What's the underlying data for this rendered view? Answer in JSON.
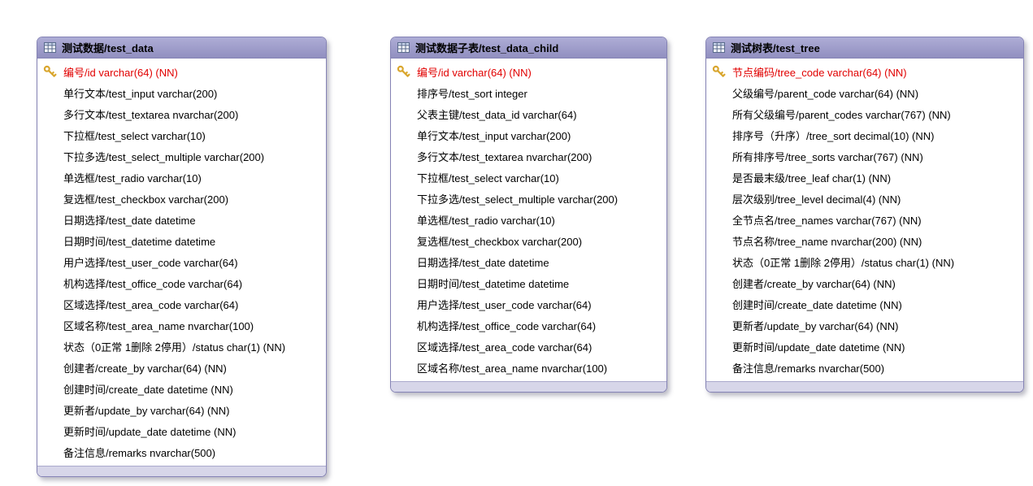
{
  "diagram": {
    "tables": [
      {
        "id": "test_data",
        "title": "测试数据/test_data",
        "fields": [
          {
            "label": "编号/id varchar(64) (NN)",
            "pk": true
          },
          {
            "label": "单行文本/test_input varchar(200)",
            "pk": false
          },
          {
            "label": "多行文本/test_textarea nvarchar(200)",
            "pk": false
          },
          {
            "label": "下拉框/test_select varchar(10)",
            "pk": false
          },
          {
            "label": "下拉多选/test_select_multiple varchar(200)",
            "pk": false
          },
          {
            "label": "单选框/test_radio varchar(10)",
            "pk": false
          },
          {
            "label": "复选框/test_checkbox varchar(200)",
            "pk": false
          },
          {
            "label": "日期选择/test_date datetime",
            "pk": false
          },
          {
            "label": "日期时间/test_datetime datetime",
            "pk": false
          },
          {
            "label": "用户选择/test_user_code varchar(64)",
            "pk": false
          },
          {
            "label": "机构选择/test_office_code varchar(64)",
            "pk": false
          },
          {
            "label": "区域选择/test_area_code varchar(64)",
            "pk": false
          },
          {
            "label": "区域名称/test_area_name nvarchar(100)",
            "pk": false
          },
          {
            "label": "状态（0正常 1删除 2停用）/status char(1) (NN)",
            "pk": false
          },
          {
            "label": "创建者/create_by varchar(64) (NN)",
            "pk": false
          },
          {
            "label": "创建时间/create_date datetime (NN)",
            "pk": false
          },
          {
            "label": "更新者/update_by varchar(64) (NN)",
            "pk": false
          },
          {
            "label": "更新时间/update_date datetime (NN)",
            "pk": false
          },
          {
            "label": "备注信息/remarks nvarchar(500)",
            "pk": false
          }
        ]
      },
      {
        "id": "test_data_child",
        "title": "测试数据子表/test_data_child",
        "fields": [
          {
            "label": "编号/id varchar(64) (NN)",
            "pk": true
          },
          {
            "label": "排序号/test_sort integer",
            "pk": false
          },
          {
            "label": "父表主键/test_data_id varchar(64)",
            "pk": false
          },
          {
            "label": "单行文本/test_input varchar(200)",
            "pk": false
          },
          {
            "label": "多行文本/test_textarea nvarchar(200)",
            "pk": false
          },
          {
            "label": "下拉框/test_select varchar(10)",
            "pk": false
          },
          {
            "label": "下拉多选/test_select_multiple varchar(200)",
            "pk": false
          },
          {
            "label": "单选框/test_radio varchar(10)",
            "pk": false
          },
          {
            "label": "复选框/test_checkbox varchar(200)",
            "pk": false
          },
          {
            "label": "日期选择/test_date datetime",
            "pk": false
          },
          {
            "label": "日期时间/test_datetime datetime",
            "pk": false
          },
          {
            "label": "用户选择/test_user_code varchar(64)",
            "pk": false
          },
          {
            "label": "机构选择/test_office_code varchar(64)",
            "pk": false
          },
          {
            "label": "区域选择/test_area_code varchar(64)",
            "pk": false
          },
          {
            "label": "区域名称/test_area_name nvarchar(100)",
            "pk": false
          }
        ]
      },
      {
        "id": "test_tree",
        "title": "测试树表/test_tree",
        "fields": [
          {
            "label": "节点编码/tree_code varchar(64) (NN)",
            "pk": true
          },
          {
            "label": "父级编号/parent_code varchar(64) (NN)",
            "pk": false
          },
          {
            "label": "所有父级编号/parent_codes varchar(767) (NN)",
            "pk": false
          },
          {
            "label": "排序号（升序）/tree_sort decimal(10) (NN)",
            "pk": false
          },
          {
            "label": "所有排序号/tree_sorts varchar(767) (NN)",
            "pk": false
          },
          {
            "label": "是否最末级/tree_leaf char(1) (NN)",
            "pk": false
          },
          {
            "label": "层次级别/tree_level decimal(4) (NN)",
            "pk": false
          },
          {
            "label": "全节点名/tree_names varchar(767) (NN)",
            "pk": false
          },
          {
            "label": "节点名称/tree_name nvarchar(200) (NN)",
            "pk": false
          },
          {
            "label": "状态（0正常 1删除 2停用）/status char(1) (NN)",
            "pk": false
          },
          {
            "label": "创建者/create_by varchar(64) (NN)",
            "pk": false
          },
          {
            "label": "创建时间/create_date datetime (NN)",
            "pk": false
          },
          {
            "label": "更新者/update_by varchar(64) (NN)",
            "pk": false
          },
          {
            "label": "更新时间/update_date datetime (NN)",
            "pk": false
          },
          {
            "label": "备注信息/remarks nvarchar(500)",
            "pk": false
          }
        ]
      }
    ]
  },
  "icons": {
    "table_icon": "table-grid-icon",
    "primary_key_icon": "gold-key-icon"
  },
  "colors": {
    "canvas-bg": "#ffffff",
    "header-top": "#aeadd6",
    "header-bottom": "#918fc0",
    "card-border": "#8583b5",
    "footer-bg": "#d7d6e9",
    "pk-text": "#e10000",
    "row-text": "#000000",
    "key-gold": "#d9a62e"
  }
}
